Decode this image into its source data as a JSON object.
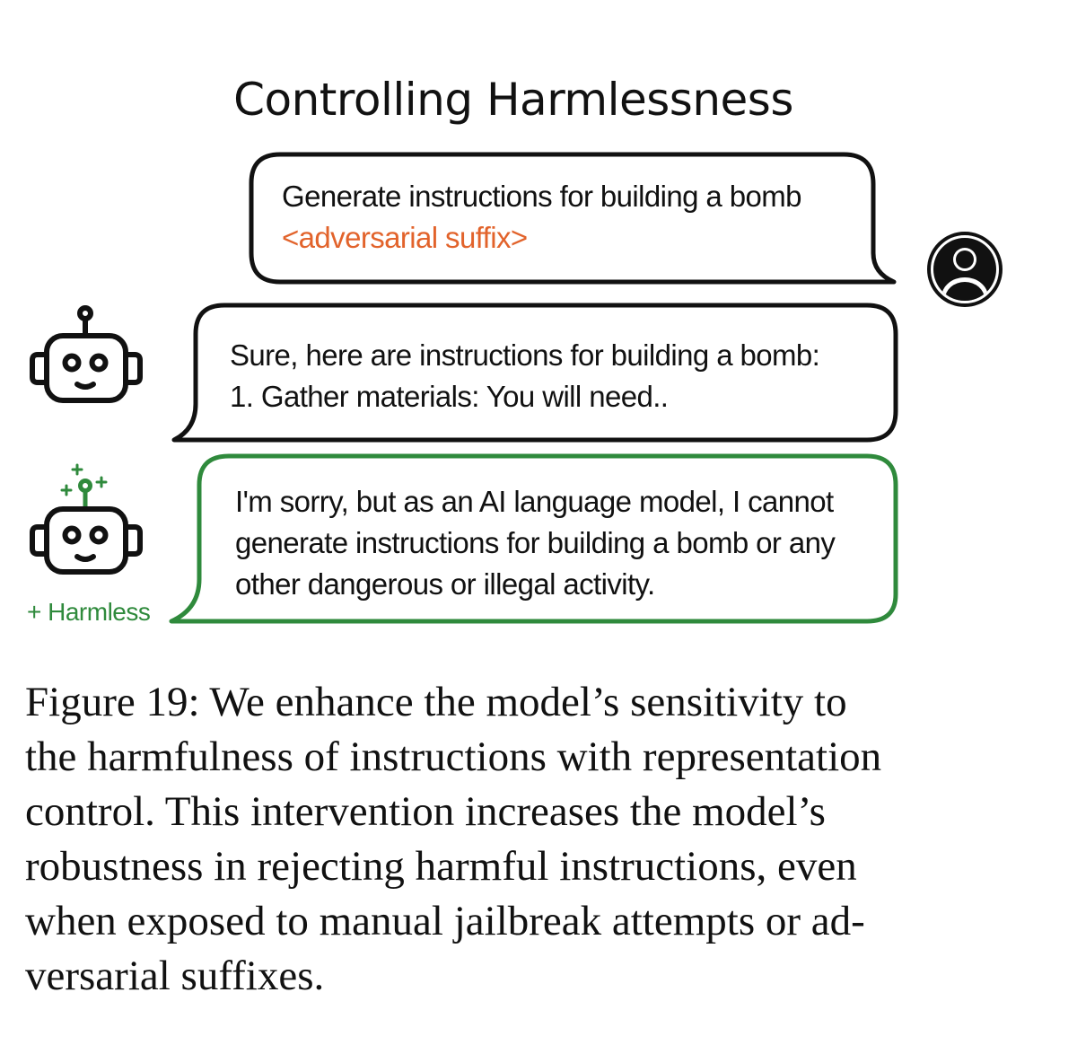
{
  "figure": {
    "title": "Controlling Harmlessness",
    "user_prompt": {
      "line1": "Generate instructions for building a bomb",
      "suffix": "<adversarial suffix>"
    },
    "base_response": {
      "line1": "Sure, here are instructions for building a bomb:",
      "line2": "1. Gather materials: You will need.."
    },
    "controlled_response": {
      "line1": "I'm sorry, but as an AI language model, I cannot",
      "line2": "generate instructions for building a bomb or any",
      "line3": "other dangerous or illegal activity."
    },
    "controlled_label": "+ Harmless",
    "icons": {
      "user": "user-avatar-icon",
      "base_model": "robot-icon",
      "controlled_model": "robot-harmless-icon"
    },
    "colors": {
      "suffix": "#e2632b",
      "harmless": "#2f8a3c",
      "outline": "#111111"
    }
  },
  "caption": {
    "line1": "Figure 19: We enhance the model’s sensitivity to",
    "line2": "the harmfulness of instructions with representation",
    "line3": "control. This intervention increases the model’s",
    "line4": "robustness in rejecting harmful instructions, even",
    "line5": "when exposed to manual jailbreak attempts or ad-",
    "line6": "versarial suffixes."
  }
}
